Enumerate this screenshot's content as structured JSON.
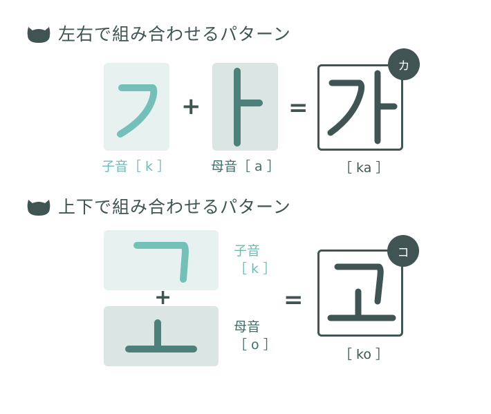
{
  "colors": {
    "dark": "#3f5453",
    "consonant_stroke": "#74c0b9",
    "vowel_stroke": "#4e807b",
    "consonant_bg": "#e7f1f0",
    "vowel_bg": "#dbe5e4"
  },
  "sections": [
    {
      "title": "左右で組み合わせるパターン",
      "icon": "cat-head-icon",
      "consonant": {
        "glyph": "ㄱ",
        "label": "子音",
        "roman": "［ k ］"
      },
      "plus": "+",
      "vowel": {
        "glyph": "ㅏ",
        "label": "母音",
        "roman": "［ a ］"
      },
      "equals": "=",
      "result": {
        "glyph": "가",
        "kana": "カ",
        "roman": "［ ka ］"
      }
    },
    {
      "title": "上下で組み合わせるパターン",
      "icon": "cat-head-icon",
      "consonant": {
        "glyph": "ㄱ",
        "label": "子音",
        "roman": "［ k ］"
      },
      "plus": "+",
      "vowel": {
        "glyph": "ㅗ",
        "label": "母音",
        "roman": "［ o ］"
      },
      "equals": "=",
      "result": {
        "glyph": "고",
        "kana": "コ",
        "roman": "［ ko ］"
      }
    }
  ]
}
